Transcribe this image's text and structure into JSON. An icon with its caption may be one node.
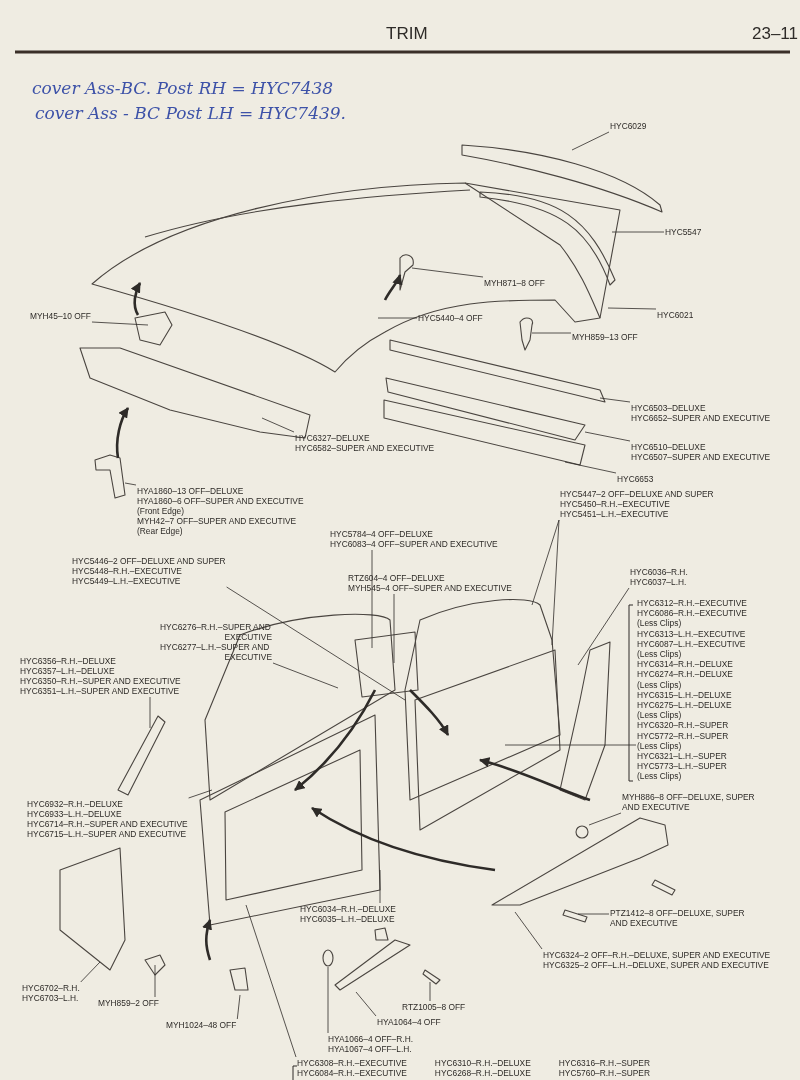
{
  "diagram": {
    "nodes": [
      {
        "text": [
          "HYC6029"
        ]
      },
      {
        "text": [
          "HYC5547"
        ]
      },
      {
        "text": [
          "MYH871–8 OFF"
        ]
      },
      {
        "text": [
          "HYC6021"
        ]
      },
      {
        "text": [
          "MYH45–10 OFF"
        ]
      },
      {
        "text": [
          "HYC5440–4 OFF"
        ]
      },
      {
        "text": [
          "MYH859–13 OFF"
        ]
      },
      {
        "text": [
          "HYC6503–DELUXE",
          "HYC6652–SUPER AND EXECUTIVE"
        ]
      },
      {
        "text": [
          "HYC6510–DELUXE",
          "HYC6507–SUPER AND EXECUTIVE"
        ]
      },
      {
        "text": [
          "HYC6653"
        ]
      },
      {
        "text": [
          "HYC6327–DELUXE",
          "HYC6582–SUPER AND EXECUTIVE"
        ]
      },
      {
        "text": [
          "HYA1860–13 OFF–DELUXE",
          "HYA1860–6 OFF–SUPER AND EXECUTIVE",
          "(Front Edge)",
          "MYH42–7 OFF–SUPER AND EXECUTIVE",
          "(Rear Edge)"
        ]
      },
      {
        "text": [
          "HYC5447–2 OFF–DELUXE AND SUPER",
          "HYC5450–R.H.–EXECUTIVE",
          "HYC5451–L.H.–EXECUTIVE"
        ]
      },
      {
        "text": [
          "HYC5784–4 OFF–DELUXE",
          "HYC6083–4 OFF–SUPER AND EXECUTIVE"
        ]
      },
      {
        "text": [
          "HYC5446–2 OFF–DELUXE AND SUPER",
          "HYC5448–R.H.–EXECUTIVE",
          "HYC5449–L.H.–EXECUTIVE"
        ]
      },
      {
        "text": [
          "RTZ604–4 OFF–DELUXE",
          "MYH545–4 OFF–SUPER AND EXECUTIVE"
        ]
      },
      {
        "text": [
          "HYC6036–R.H.",
          "HYC6037–L.H."
        ]
      },
      {
        "text": [
          "HYC6312–R.H.–EXECUTIVE",
          "HYC6086–R.H.–EXECUTIVE",
          "(Less Clips)",
          "HYC6313–L.H.–EXECUTIVE",
          "HYC6087–L.H.–EXECUTIVE",
          "(Less Clips)",
          "HYC6314–R.H.–DELUXE",
          "HYC6274–R.H.–DELUXE",
          "(Less Clips)",
          "HYC6315–L.H.–DELUXE",
          "HYC6275–L.H.–DELUXE",
          "(Less Clips)",
          "HYC6320–R.H.–SUPER",
          "HYC5772–R.H.–SUPER",
          "(Less Clips)",
          "HYC6321–L.H.–SUPER",
          "HYC5773–L.H.–SUPER",
          "(Less Clips)"
        ]
      },
      {
        "text": [
          "HYC6276–R.H.–SUPER AND EXECUTIVE",
          "HYC6277–L.H.–SUPER AND EXECUTIVE"
        ]
      },
      {
        "text": [
          "HYC6356–R.H.–DELUXE",
          "HYC6357–L.H.–DELUXE",
          "HYC6350–R.H.–SUPER AND EXECUTIVE",
          "HYC6351–L.H.–SUPER AND EXECUTIVE"
        ]
      },
      {
        "text": [
          "HYC6932–R.H.–DELUXE",
          "HYC6933–L.H.–DELUXE",
          "HYC6714–R.H.–SUPER AND EXECUTIVE",
          "HYC6715–L.H.–SUPER AND EXECUTIVE"
        ]
      },
      {
        "text": [
          "MYH886–8 OFF–DELUXE, SUPER AND EXECUTIVE"
        ]
      },
      {
        "text": [
          "HYC6034–R.H.–DELUXE",
          "HYC6035–L.H.–DELUXE"
        ]
      },
      {
        "text": [
          "PTZ1412–8 OFF–DELUXE, SUPER AND EXECUTIVE"
        ]
      },
      {
        "text": [
          "HYC6324–2 OFF–R.H.–DELUXE, SUPER AND EXECUTIVE",
          "HYC6325–2 OFF–L.H.–DELUXE, SUPER AND EXECUTIVE"
        ]
      },
      {
        "text": [
          "HYC6702–R.H.",
          "HYC6703–L.H."
        ]
      },
      {
        "text": [
          "MYH859–2 OFF"
        ]
      },
      {
        "text": [
          "RTZ1005–8 OFF"
        ]
      },
      {
        "text": [
          "HYA1064–4 OFF"
        ]
      },
      {
        "text": [
          "MYH1024–48 OFF"
        ]
      },
      {
        "text": [
          "HYA1066–4 OFF–R.H.",
          "HYA1067–4 OFF–L.H."
        ]
      },
      {
        "text": [
          "HYC6308–R.H.–EXECUTIVE",
          "HYC6084–R.H.–EXECUTIVE",
          "HYC6310–R.H.–DELUXE",
          "HYC6268–R.H.–DELUXE",
          "HYC6316–R.H.–SUPER",
          "HYC5760–R.H.–SUPER"
        ]
      },
      {
        "text": [],
        "shape": "circle"
      },
      {
        "text": [],
        "shape": "circle"
      }
    ],
    "edges": [
      {
        "from": 0,
        "to": null,
        "arrow": "none"
      },
      {
        "from": 1,
        "to": null,
        "arrow": "none"
      },
      {
        "from": 2,
        "to": null,
        "arrow": "none"
      },
      {
        "from": 3,
        "to": null,
        "arrow": "none"
      },
      {
        "from": 4,
        "to": null,
        "arrow": "none"
      },
      {
        "from": 5,
        "to": null,
        "arrow": "none"
      },
      {
        "from": 6,
        "to": null,
        "arrow": "none"
      },
      {
        "from": 7,
        "to": null,
        "arrow": "none"
      },
      {
        "from": 8,
        "to": null,
        "arrow": "none"
      },
      {
        "from": 9,
        "to": null,
        "arrow": "none"
      },
      {
        "from": 10,
        "to": null,
        "arrow": "none"
      },
      {
        "from": 11,
        "to": null,
        "arrow": "none"
      },
      {
        "from": 12,
        "to": null,
        "arrow": "none"
      },
      {
        "from": 12,
        "to": null,
        "arrow": "none"
      },
      {
        "from": 13,
        "to": null,
        "arrow": "none"
      },
      {
        "from": 14,
        "to": null,
        "arrow": "none"
      },
      {
        "from": 15,
        "to": null,
        "arrow": "none"
      },
      {
        "from": 16,
        "to": null,
        "arrow": "none"
      },
      {
        "from": 17,
        "to": null,
        "arrow": "none"
      },
      {
        "from": 18,
        "to": null,
        "arrow": "none"
      },
      {
        "from": 19,
        "to": null,
        "arrow": "none"
      },
      {
        "from": 20,
        "to": null,
        "arrow": "none"
      },
      {
        "from": 21,
        "to": 32,
        "arrow": "none"
      },
      {
        "from": 22,
        "to": null,
        "arrow": "none"
      },
      {
        "from": 23,
        "to": null,
        "arrow": "none"
      },
      {
        "from": 24,
        "to": null,
        "arrow": "none"
      },
      {
        "from": 25,
        "to": null,
        "arrow": "none"
      },
      {
        "from": 26,
        "to": null,
        "arrow": "none"
      },
      {
        "from": 27,
        "to": null,
        "arrow": "none"
      },
      {
        "from": 28,
        "to": null,
        "arrow": "none"
      },
      {
        "from": 29,
        "to": null,
        "arrow": "none"
      },
      {
        "from": 30,
        "to": 33,
        "arrow": "none"
      },
      {
        "from": 31,
        "to": null,
        "arrow": "none"
      }
    ],
    "labels": [
      "TRIM",
      "23–11",
      "cover Ass-BC. Post RH = HYC7438",
      "cover Ass - BC Post LH = HYC7439."
    ]
  }
}
